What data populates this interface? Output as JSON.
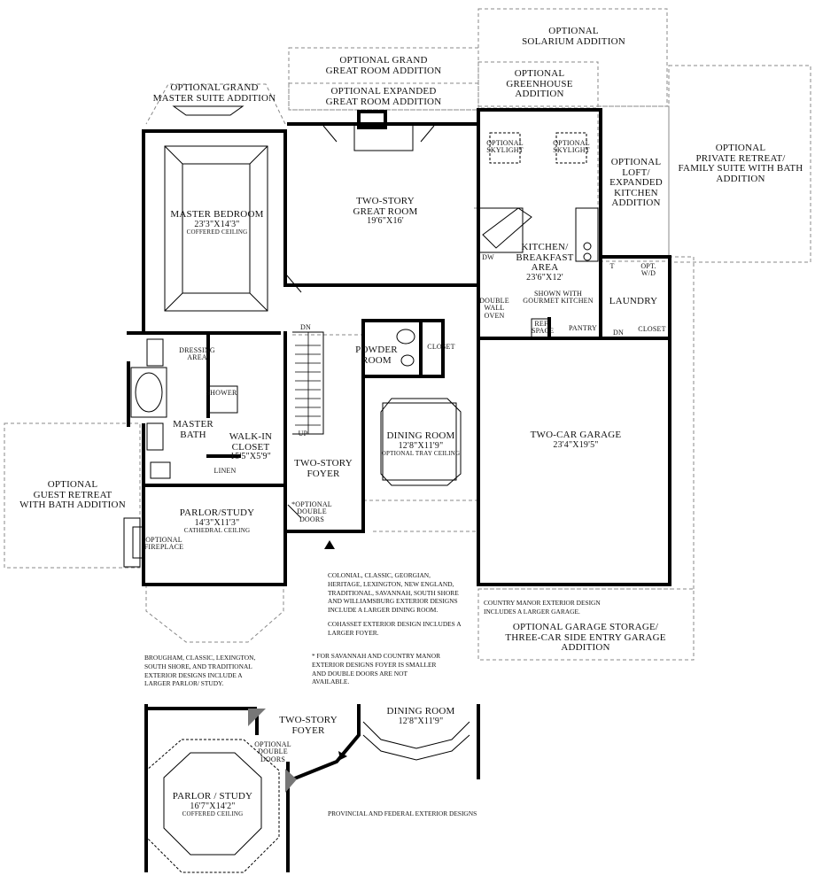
{
  "rooms": {
    "master_bedroom": {
      "name": "MASTER BEDROOM",
      "dim": "23'3\"X14'3\"",
      "note": "COFFERED CEILING"
    },
    "great_room": {
      "name1": "TWO-STORY",
      "name2": "GREAT ROOM",
      "dim": "19'6\"X16'"
    },
    "kitchen": {
      "name1": "KITCHEN/",
      "name2": "BREAKFAST",
      "name3": "AREA",
      "dim": "23'6\"X12'"
    },
    "dressing": {
      "name1": "DRESSING",
      "name2": "AREA"
    },
    "shower": "SHOWER",
    "master_bath": {
      "name1": "MASTER",
      "name2": "BATH"
    },
    "walkin": {
      "name1": "WALK-IN",
      "name2": "CLOSET",
      "dim": "15'5\"X5'9\""
    },
    "linen": "LINEN",
    "powder": {
      "name1": "POWDER",
      "name2": "ROOM"
    },
    "closet_a": "CLOSET",
    "closet_b": "CLOSET",
    "dining": {
      "name": "DINING ROOM",
      "dim": "12'8\"X11'9\"",
      "note": "OPTIONAL TRAY CEILING"
    },
    "garage": {
      "name": "TWO-CAR GARAGE",
      "dim": "23'4\"X19'5\""
    },
    "foyer": {
      "name1": "TWO-STORY",
      "name2": "FOYER"
    },
    "parlor": {
      "name": "PARLOR/STUDY",
      "dim": "14'3\"X11'3\"",
      "note": "CATHEDRAL CEILING"
    },
    "laundry": "LAUNDRY",
    "pantry": "PANTRY",
    "ref_space": {
      "l1": "REF",
      "l2": "SPACE"
    },
    "double_wall_oven": {
      "l1": "DOUBLE",
      "l2": "WALL",
      "l3": "OVEN"
    },
    "gourmet": {
      "l1": "SHOWN WITH",
      "l2": "GOURMET KITCHEN"
    },
    "dw": "DW",
    "t": "T",
    "wd": {
      "l1": "OPT.",
      "l2": "W/D"
    },
    "dn_stair": "DN",
    "up_stair": "UP",
    "dn_laundry": "DN"
  },
  "options": {
    "solarium": {
      "l1": "OPTIONAL",
      "l2": "SOLARIUM ADDITION"
    },
    "grand_great": {
      "l1": "OPTIONAL GRAND",
      "l2": "GREAT ROOM ADDITION"
    },
    "expanded_great": {
      "l1": "OPTIONAL EXPANDED",
      "l2": "GREAT ROOM ADDITION"
    },
    "grand_master": {
      "l1": "OPTIONAL GRAND",
      "l2": "MASTER SUITE ADDITION"
    },
    "greenhouse": {
      "l1": "OPTIONAL",
      "l2": "GREENHOUSE",
      "l3": "ADDITION"
    },
    "skylight_a": {
      "l1": "OPTIONAL",
      "l2": "SKYLIGHT"
    },
    "skylight_b": {
      "l1": "OPTIONAL",
      "l2": "SKYLIGHT"
    },
    "loft": {
      "l1": "OPTIONAL",
      "l2": "LOFT/",
      "l3": "EXPANDED",
      "l4": "KITCHEN",
      "l5": "ADDITION"
    },
    "private_retreat": {
      "l1": "OPTIONAL",
      "l2": "PRIVATE RETREAT/",
      "l3": "FAMILY SUITE WITH BATH",
      "l4": "ADDITION"
    },
    "guest_retreat": {
      "l1": "OPTIONAL",
      "l2": "GUEST RETREAT",
      "l3": "WITH BATH ADDITION"
    },
    "fireplace": {
      "l1": "OPTIONAL",
      "l2": "FIREPLACE"
    },
    "double_doors": {
      "l1": "*OPTIONAL",
      "l2": "DOUBLE",
      "l3": "DOORS"
    },
    "garage_storage": {
      "l1": "OPTIONAL GARAGE STORAGE/",
      "l2": "THREE-CAR SIDE ENTRY GARAGE",
      "l3": "ADDITION"
    }
  },
  "notes": {
    "colonial": "COLONIAL, CLASSIC, GEORGIAN,\nHERITAGE, LEXINGTON, NEW ENGLAND,\nTRADITIONAL, SAVANNAH, SOUTH SHORE\nAND WILLIAMSBURG EXTERIOR DESIGNS\nINCLUDE A LARGER DINING ROOM.",
    "cohasset": "COHASSET EXTERIOR DESIGN INCLUDES A\nLARGER FOYER.",
    "savannah": "* FOR SAVANNAH AND COUNTRY MANOR\nEXTERIOR DESIGNS FOYER IS SMALLER\nAND DOUBLE DOORS ARE NOT\nAVAILABLE.",
    "country_manor": "COUNTRY MANOR EXTERIOR DESIGN\nINCLUDES A LARGER GARAGE.",
    "brougham": "BROUGHAM, CLASSIC, LEXINGTON,\nSOUTH SHORE, AND TRADITIONAL\nEXTERIOR DESIGNS INCLUDE A\nLARGER PARLOR/ STUDY."
  },
  "inset": {
    "foyer": {
      "l1": "TWO-STORY",
      "l2": "FOYER"
    },
    "dining": {
      "name": "DINING ROOM",
      "dim": "12'8\"X11'9\""
    },
    "double_doors": {
      "l1": "OPTIONAL",
      "l2": "DOUBLE",
      "l3": "DOORS"
    },
    "parlor": {
      "name": "PARLOR / STUDY",
      "dim": "16'7\"X14'2\"",
      "note": "COFFERED CEILING"
    },
    "caption": "PROVINCIAL AND FEDERAL EXTERIOR DESIGNS"
  }
}
